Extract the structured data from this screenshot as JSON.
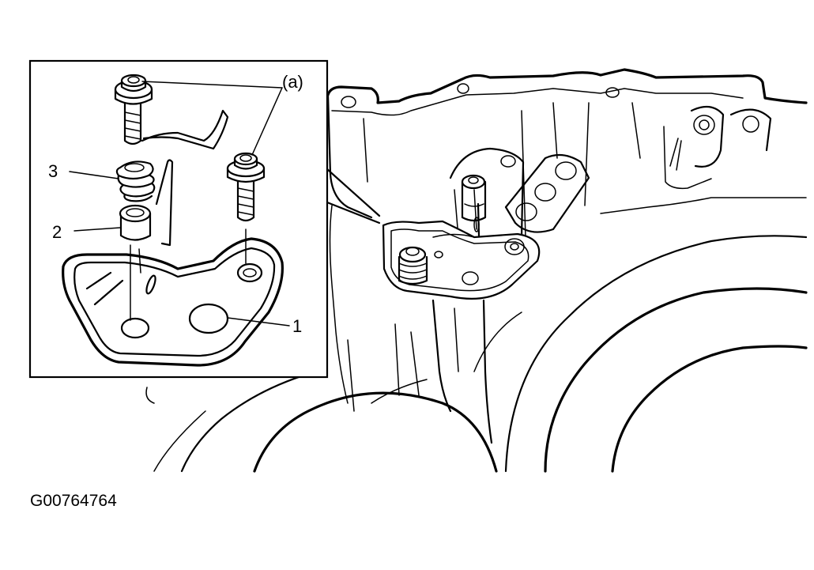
{
  "figure_id": "G00764764",
  "callouts": {
    "a": "(a)",
    "one": "1",
    "two": "2",
    "three": "3"
  }
}
